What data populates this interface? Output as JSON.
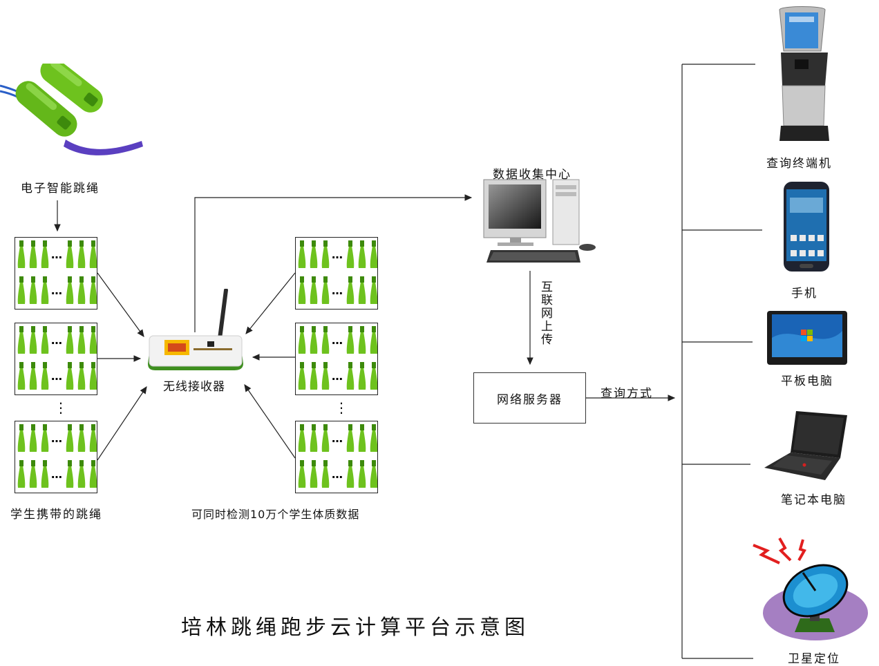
{
  "title": "培林跳绳跑步云计算平台示意图",
  "labels": {
    "rope": "电子智能跳绳",
    "student_ropes": "学生携带的跳绳",
    "receiver": "无线接收器",
    "capacity": "可同时检测10万个学生体质数据",
    "data_center": "数据收集中心",
    "upload": "互联网上传",
    "server": "网络服务器",
    "query_method": "查询方式"
  },
  "devices": [
    {
      "name": "查询终端机",
      "icon": "kiosk-icon"
    },
    {
      "name": "手机",
      "icon": "phone-icon"
    },
    {
      "name": "平板电脑",
      "icon": "tablet-icon"
    },
    {
      "name": "笔记本电脑",
      "icon": "laptop-icon"
    },
    {
      "name": "卫星定位",
      "icon": "satellite-icon"
    }
  ],
  "dots": "…",
  "vdots": "⋮",
  "colors": {
    "rope_green": "#6ec21e",
    "rope_dark": "#3d8a0c",
    "strap_blue": "#2a5fc7",
    "receiver_body": "#f2f2f2",
    "line": "#222222"
  }
}
